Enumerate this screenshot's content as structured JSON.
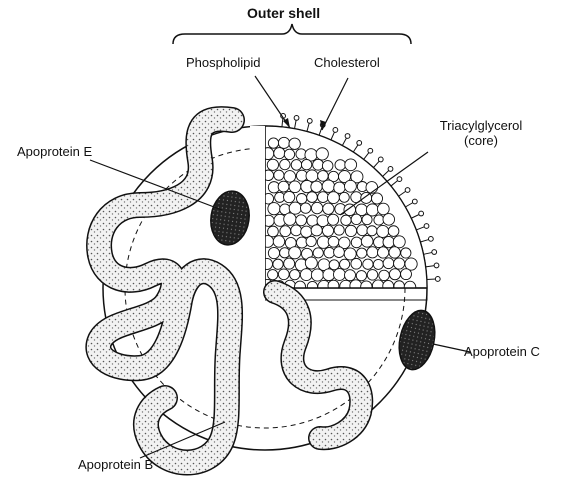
{
  "diagram": {
    "title": "Outer shell",
    "labels": {
      "phospholipid": "Phospholipid",
      "cholesterol": "Cholesterol",
      "triacylglycerol_line1": "Triacylglycerol",
      "triacylglycerol_line2": "(core)",
      "apoprotein_e": "Apoprotein E",
      "apoprotein_c": "Apoprotein C",
      "apoprotein_b": "Apoprotein B"
    },
    "colors": {
      "ink": "#111111",
      "protein_fill": "#d9d9d9",
      "apoprotein_blob": "#1a1a1a",
      "background": "#ffffff"
    }
  }
}
